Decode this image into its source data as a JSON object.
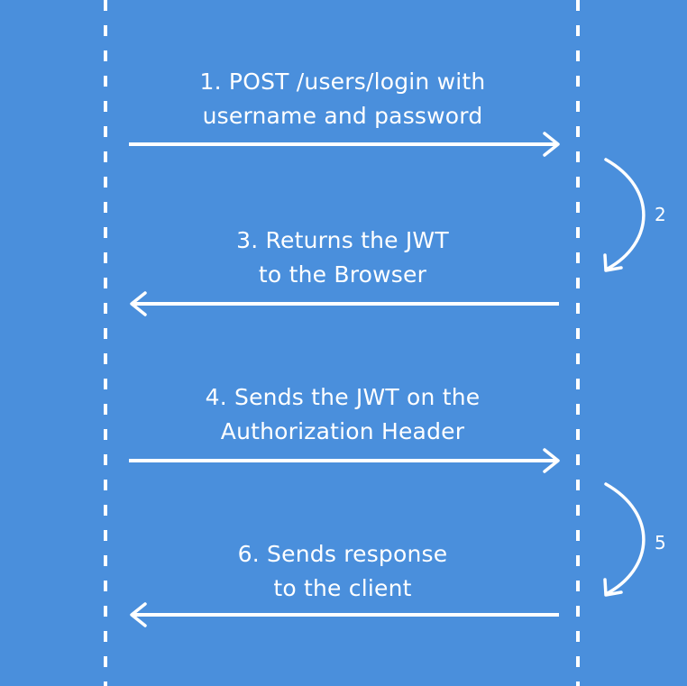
{
  "background_color": "#4a8fdc",
  "line_color": "#ffffff",
  "messages": [
    {
      "lines": [
        "1. POST /users/login with",
        "username and password"
      ],
      "direction": "right"
    },
    {
      "lines": [
        "3. Returns the JWT",
        "to the Browser"
      ],
      "direction": "left"
    },
    {
      "lines": [
        "4. Sends the JWT on the",
        "Authorization Header"
      ],
      "direction": "right"
    },
    {
      "lines": [
        "6. Sends response",
        "to the client"
      ],
      "direction": "left"
    }
  ],
  "self_steps": [
    {
      "label": "2"
    },
    {
      "label": "5"
    }
  ]
}
